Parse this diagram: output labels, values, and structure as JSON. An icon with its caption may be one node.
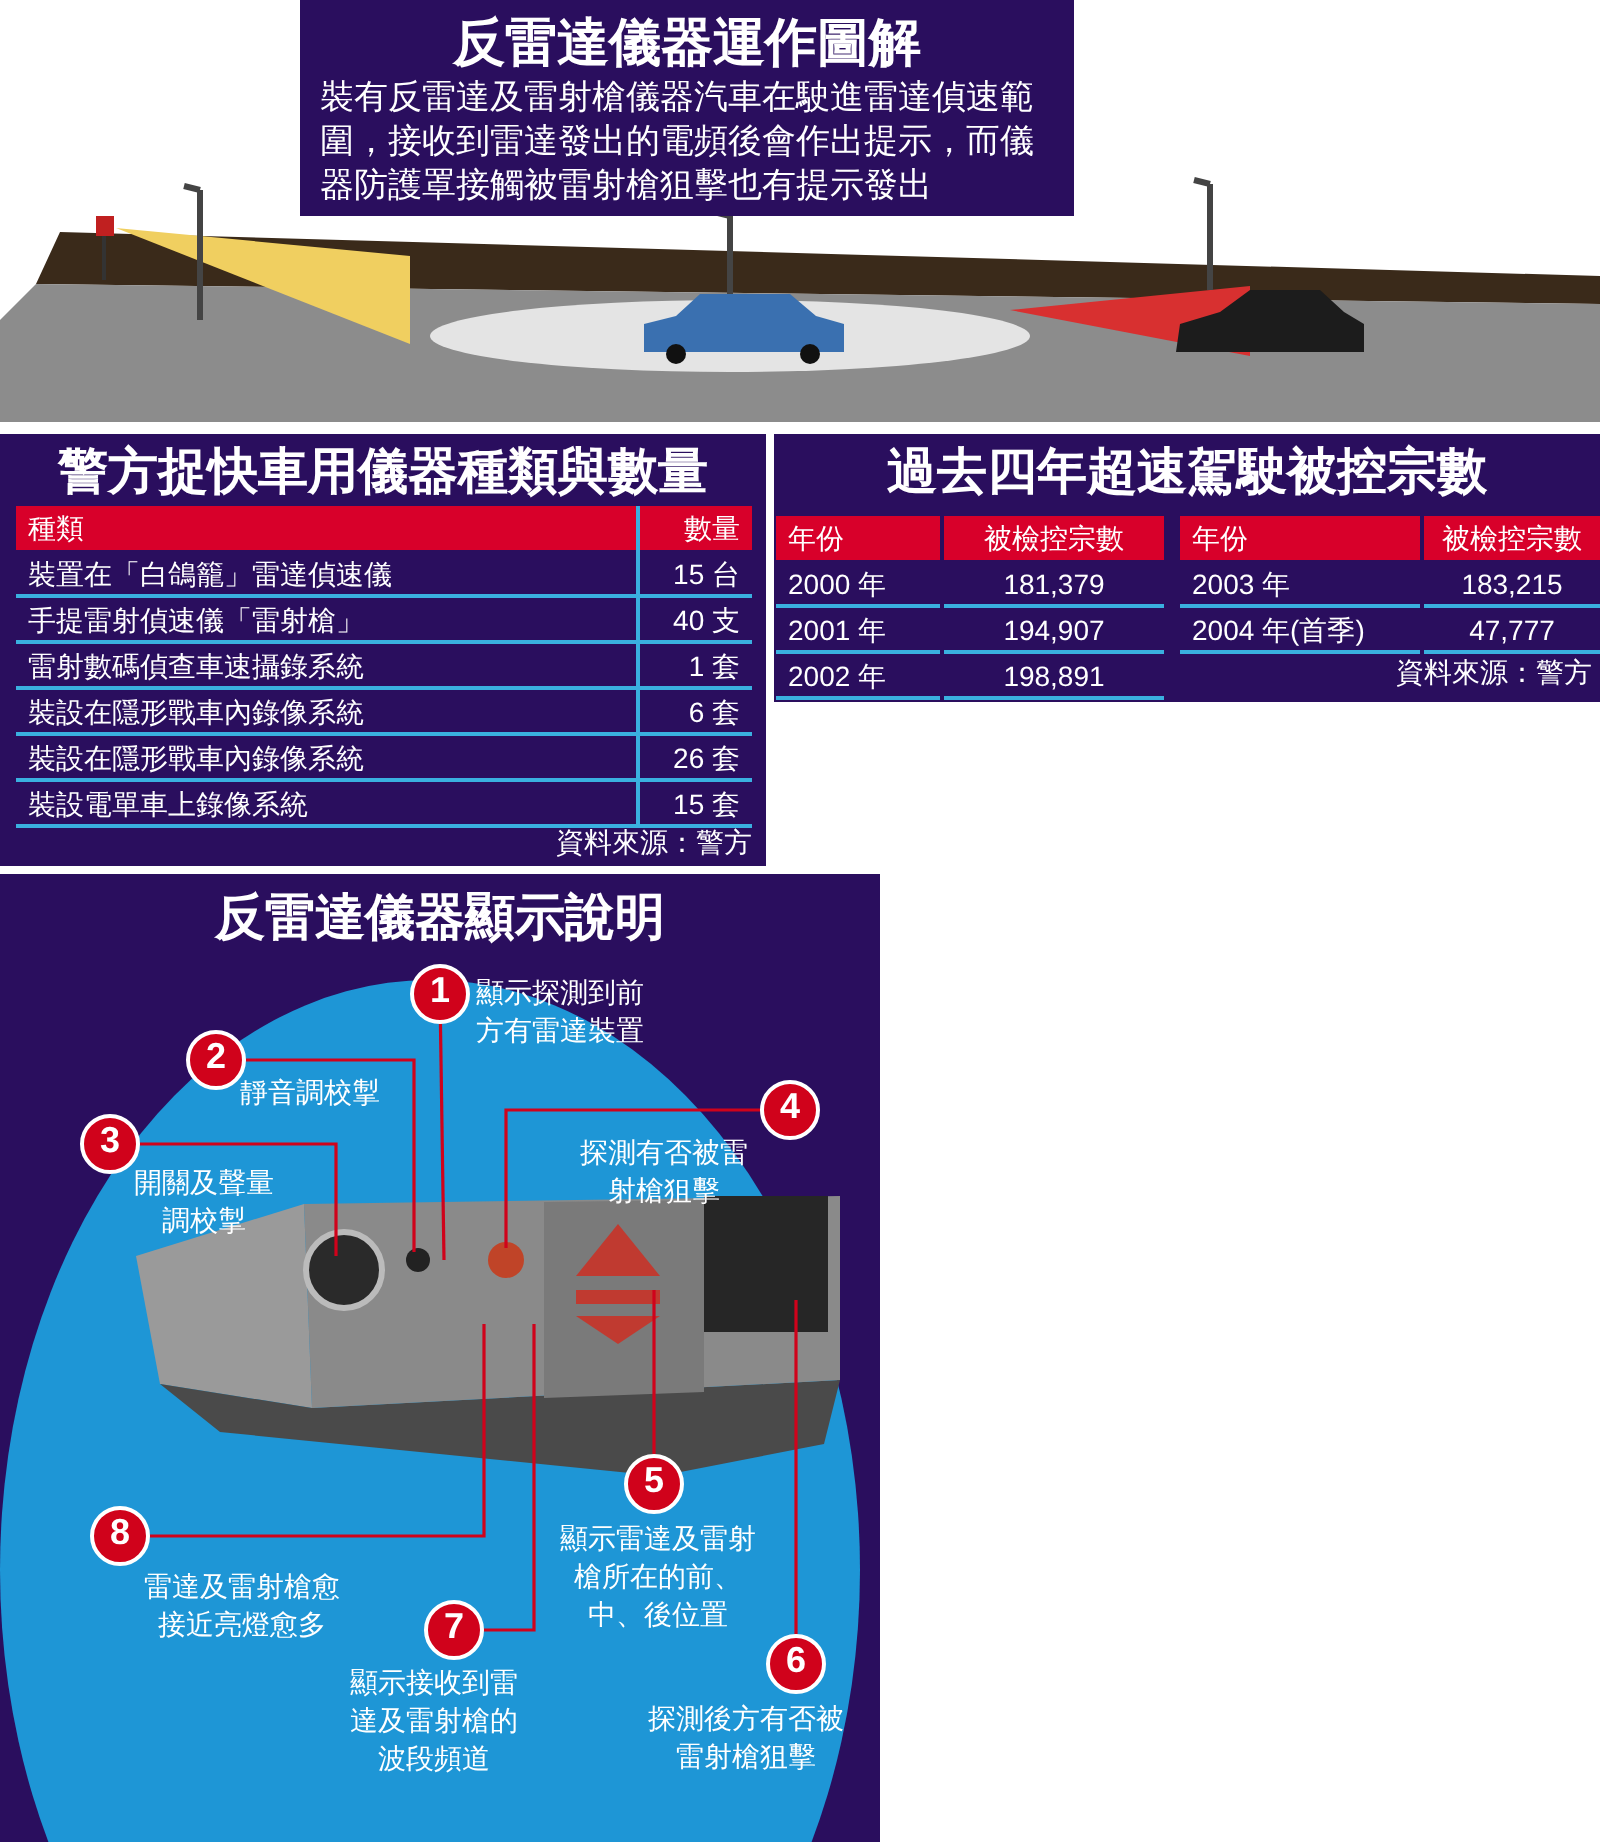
{
  "diagram": {
    "title": "反雷達儀器運作圖解",
    "nodes": [
      {
        "text": [
          "1"
        ],
        "beside": [
          "顯示探測到前方有雷達裝置"
        ]
      },
      {
        "text": [
          "2"
        ],
        "beside": [
          "靜音調校掣"
        ]
      },
      {
        "text": [
          "3"
        ],
        "beside": [
          "開關及聲量調校掣"
        ]
      },
      {
        "text": [
          "4"
        ],
        "beside": [
          "探測有否被雷射槍狙擊"
        ]
      },
      {
        "text": [
          "5"
        ],
        "beside": [
          "顯示雷達及雷射槍所在的前、中、後位置"
        ]
      },
      {
        "text": [
          "6"
        ],
        "beside": [
          "探測後方有否被雷射槍狙擊"
        ]
      },
      {
        "text": [
          "7"
        ],
        "beside": [
          "顯示接收到雷達及雷射槍的波段頻道"
        ]
      },
      {
        "text": [
          "8"
        ],
        "beside": [
          "雷達及雷射槍愈接近亮燈愈多"
        ]
      }
    ],
    "edges": [
      {
        "from": 0,
        "to": null,
        "arrow": "none"
      },
      {
        "from": 1,
        "to": null,
        "arrow": "none"
      },
      {
        "from": 2,
        "to": null,
        "arrow": "none"
      },
      {
        "from": 3,
        "to": null,
        "arrow": "none"
      },
      {
        "from": 4,
        "to": null,
        "arrow": "none"
      },
      {
        "from": 5,
        "to": null,
        "arrow": "none"
      },
      {
        "from": 6,
        "to": null,
        "arrow": "none"
      },
      {
        "from": 7,
        "to": null,
        "arrow": "none"
      }
    ],
    "labels": [
      "裝有反雷達及雷射槍儀器汽車在駛進雷達偵速範圍，接收到雷達發出的電頻後會作出提示，而儀器防護罩接觸被雷射槍狙擊也有提示發出",
      "警方捉快車用儀器種類與數量",
      "種類",
      "數量",
      "裝置在「白鴿籠」雷達偵速儀",
      "15 台",
      "手提雷射偵速儀「雷射槍」",
      "40 支",
      "雷射數碼偵查車速攝錄系統",
      "1 套",
      "裝設在隱形戰車內錄像系統",
      "6 套",
      "裝設在隱形戰車內錄像系統",
      "26 套",
      "裝設電單車上錄像系統",
      "15 套",
      "資料來源：警方",
      "過去四年超速駕駛被控宗數",
      "年份",
      "被檢控宗數",
      "年份",
      "被檢控宗數",
      "2000 年",
      "181,379",
      "2003 年",
      "183,215",
      "2001 年",
      "194,907",
      "2004 年(首季)",
      "47,777",
      "2002 年",
      "198,891",
      "資料來源：警方",
      "反雷達儀器顯示說明"
    ]
  }
}
